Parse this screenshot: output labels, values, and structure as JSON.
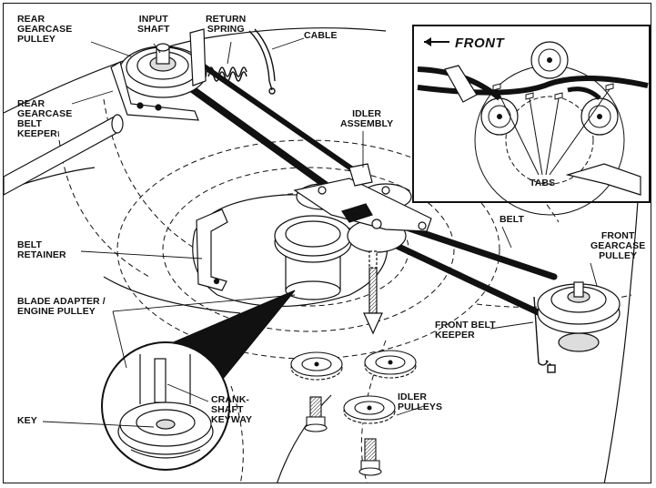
{
  "labels": {
    "rear_gearcase_pulley": "REAR\nGEARCASE\nPULLEY",
    "input_shaft": "INPUT\nSHAFT",
    "return_spring": "RETURN\nSPRING",
    "cable": "CABLE",
    "rear_gearcase_belt_keeper": "REAR\nGEARCASE\nBELT\nKEEPER",
    "idler_assembly": "IDLER\nASSEMBLY",
    "belt_retainer": "BELT\nRETAINER",
    "belt": "BELT",
    "front_gearcase_pulley": "FRONT\nGEARCASE\nPULLEY",
    "blade_adapter_engine_pulley": "BLADE ADAPTER /\nENGINE PULLEY",
    "front_belt_keeper": "FRONT BELT\nKEEPER",
    "key": "KEY",
    "crankshaft_keyway": "CRANK-\nSHAFT\nKEYWAY",
    "idler_pulleys": "IDLER\nPULLEYS",
    "inset_front": "FRONT",
    "inset_tabs": "TABS"
  },
  "colors": {
    "line": "#111111",
    "background": "#ffffff",
    "shade": "#cfcfcf"
  }
}
